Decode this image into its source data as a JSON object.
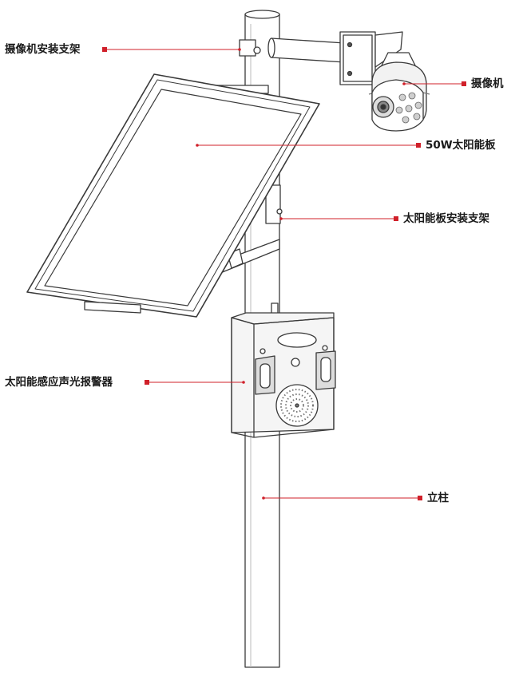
{
  "diagram": {
    "accent_color": "#d0202a",
    "line_color": "#3a3a3a",
    "labels": {
      "camera_bracket": "摄像机安装支架",
      "camera": "摄像机",
      "solar_panel": "50W太阳能板",
      "panel_bracket": "太阳能板安装支架",
      "alarm": "太阳能感应声光报警器",
      "pole": "立柱"
    }
  }
}
